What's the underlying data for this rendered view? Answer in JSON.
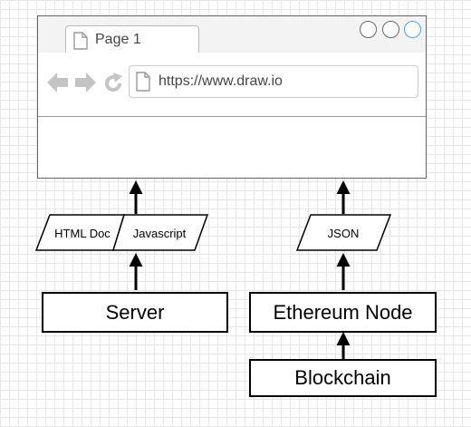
{
  "browser": {
    "tab_label": "Page 1",
    "url": "https://www.draw.io",
    "accent_color": "#4ba3e3",
    "icons": [
      "back-arrow-icon",
      "forward-arrow-icon",
      "refresh-icon",
      "document-icon"
    ]
  },
  "data_shapes": {
    "html_doc": "HTML Doc",
    "javascript": "Javascript",
    "json": "JSON"
  },
  "nodes": {
    "server": "Server",
    "ethereum_node": "Ethereum Node",
    "blockchain": "Blockchain"
  }
}
